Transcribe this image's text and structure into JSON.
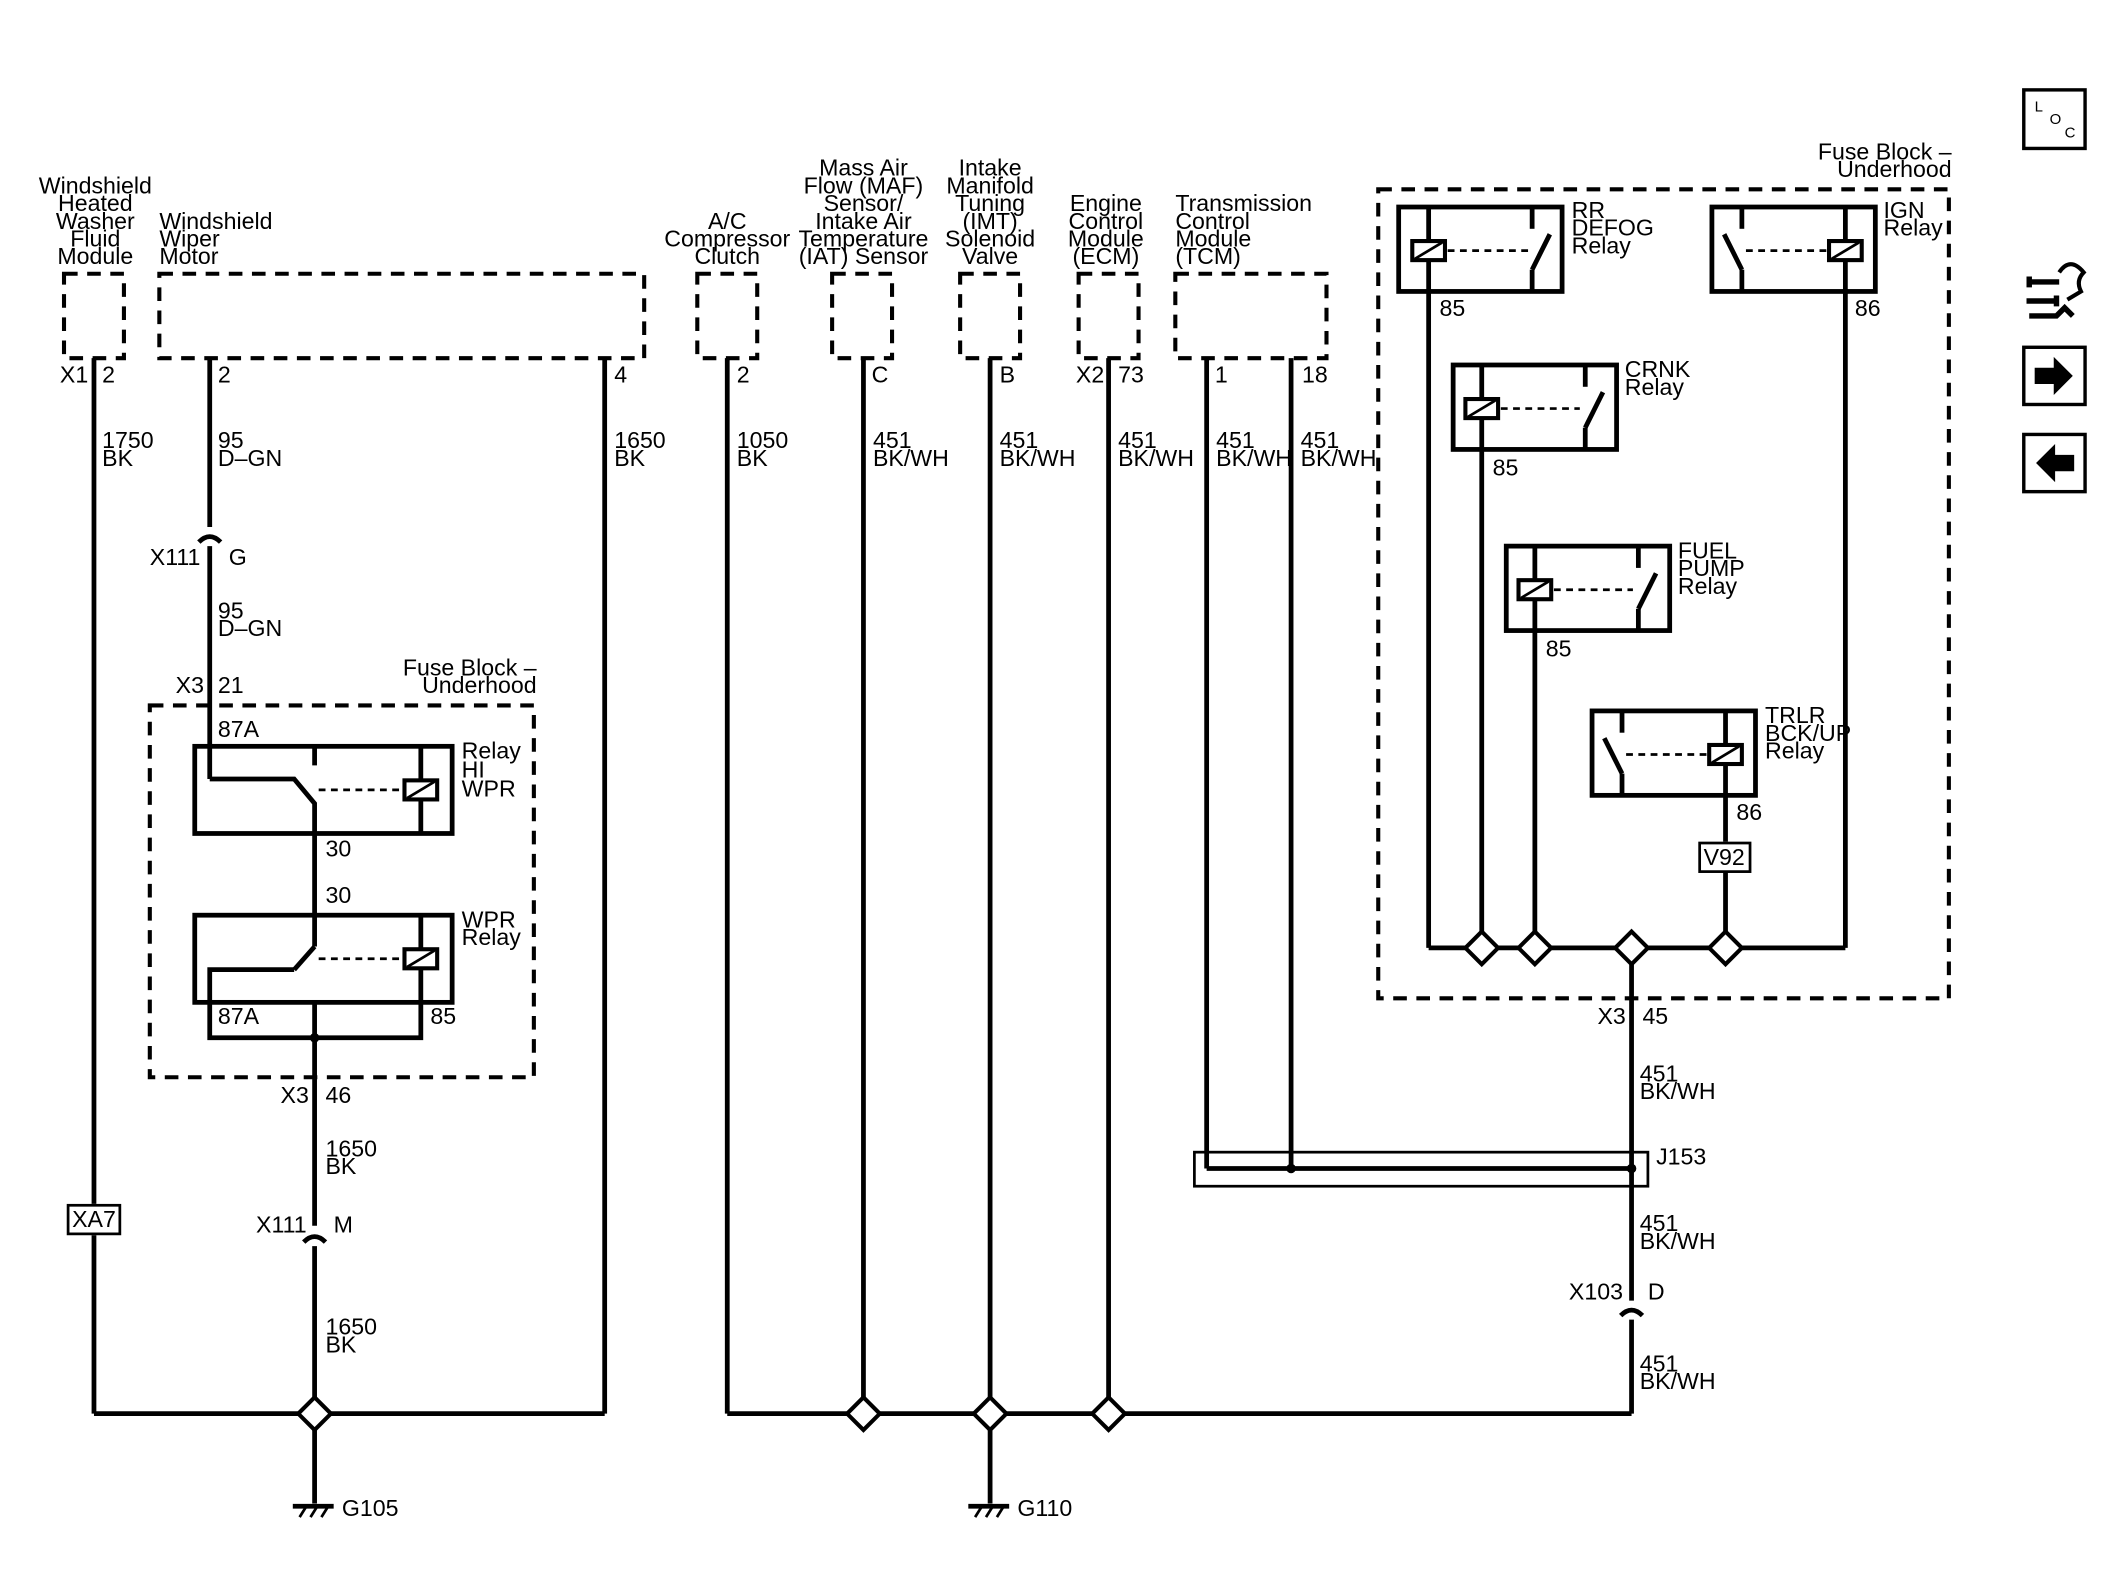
{
  "components": {
    "washer_module": [
      "Windshield",
      "Heated",
      "Washer",
      "Fluid",
      "Module"
    ],
    "wiper_motor": [
      "Windshield",
      "Wiper",
      "Motor"
    ],
    "ac_clutch": [
      "A/C",
      "Compressor",
      "Clutch"
    ],
    "maf_sensor": [
      "Mass Air",
      "Flow (MAF)",
      "Sensor/",
      "Intake Air",
      "Temperature",
      "(IAT) Sensor"
    ],
    "imt_valve": [
      "Intake",
      "Manifold",
      "Tuning",
      "(IMT)",
      "Solenoid",
      "Valve"
    ],
    "ecm": [
      "Engine",
      "Control",
      "Module",
      "(ECM)"
    ],
    "tcm": [
      "Transmission",
      "Control",
      "Module",
      "(TCM)"
    ]
  },
  "fuse_block_left": [
    "Fuse Block –",
    "Underhood"
  ],
  "fuse_block_right": [
    "Fuse Block –",
    "Underhood"
  ],
  "relays": {
    "rr_defog": [
      "RR",
      "DEFOG",
      "Relay"
    ],
    "ign": [
      "IGN",
      "Relay"
    ],
    "crnk": [
      "CRNK",
      "Relay"
    ],
    "fuel_pump": [
      "FUEL",
      "PUMP",
      "Relay"
    ],
    "trlr": [
      "TRLR",
      "BCK/UP",
      "Relay"
    ],
    "wpr_hi": [
      "WPR",
      "HI",
      "Relay"
    ],
    "wpr": [
      "WPR",
      "Relay"
    ]
  },
  "pins": {
    "x1": "X1",
    "p2a": "2",
    "p2b": "2",
    "p4": "4",
    "p2c": "2",
    "pC": "C",
    "pB": "B",
    "x2": "X2",
    "p73": "73",
    "p1": "1",
    "p18": "18",
    "x3_top": "X3",
    "p21": "21",
    "p87a_top": "87A",
    "p30a": "30",
    "p30b": "30",
    "p87a_bot": "87A",
    "p85_wpr": "85",
    "x3_bot": "X3",
    "p46": "46",
    "p85_rr": "85",
    "p86_ign": "86",
    "p85_crnk": "85",
    "p85_fuel": "85",
    "p86_trlr": "86",
    "x3_right": "X3",
    "p45": "45"
  },
  "wires": {
    "w_1750": [
      "1750",
      "BK"
    ],
    "w_95a": [
      "95",
      "D–GN"
    ],
    "w_95b": [
      "95",
      "D–GN"
    ],
    "w_1650a": [
      "1650",
      "BK"
    ],
    "w_1050": [
      "1050",
      "BK"
    ],
    "w_451_maf": [
      "451",
      "BK/WH"
    ],
    "w_451_imt": [
      "451",
      "BK/WH"
    ],
    "w_451_ecm": [
      "451",
      "BK/WH"
    ],
    "w_451_tcm1": [
      "451",
      "BK/WH"
    ],
    "w_451_tcm2": [
      "451",
      "BK/WH"
    ],
    "w_1650b": [
      "1650",
      "BK"
    ],
    "w_1650c": [
      "1650",
      "BK"
    ],
    "w_451_r1": [
      "451",
      "BK/WH"
    ],
    "w_451_r2": [
      "451",
      "BK/WH"
    ],
    "w_451_r3": [
      "451",
      "BK/WH"
    ]
  },
  "connectors": {
    "x111_top": "X111",
    "x111_top_pin": "G",
    "x111_bot": "X111",
    "x111_bot_pin": "M",
    "x103": "X103",
    "x103_pin": "D",
    "xa7": "XA7",
    "v92": "V92",
    "j153": "J153"
  },
  "grounds": {
    "g105": "G105",
    "g110": "G110"
  },
  "nav": {
    "loc": {
      "l": "L",
      "o": "O",
      "c": "C"
    },
    "forward_icon": "arrow-right-icon",
    "back_icon": "arrow-left-icon",
    "connector_icon": "connector-icon"
  }
}
